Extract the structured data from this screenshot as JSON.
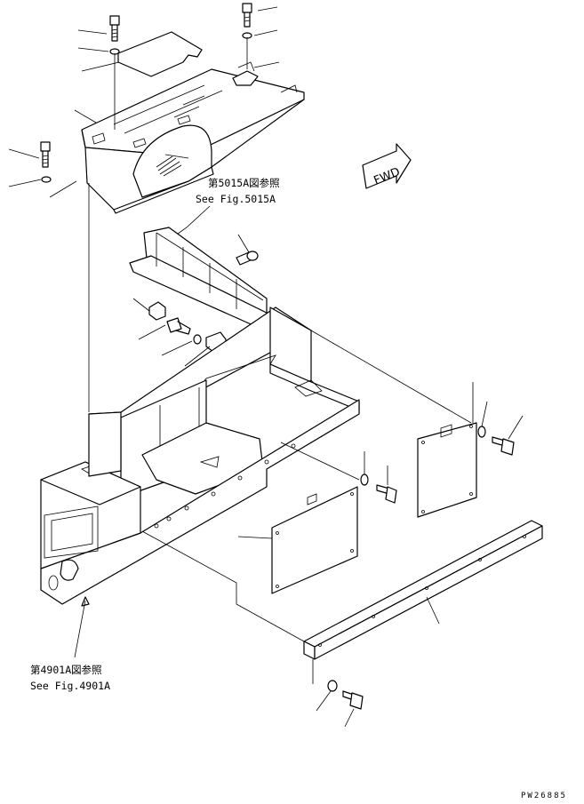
{
  "references": {
    "top": {
      "jp": "第5015A図参照",
      "en": "See Fig.5015A"
    },
    "bottom": {
      "jp": "第4901A図参照",
      "en": "See Fig.4901A"
    }
  },
  "direction_label": "FWD",
  "drawing_number": "PW26885"
}
